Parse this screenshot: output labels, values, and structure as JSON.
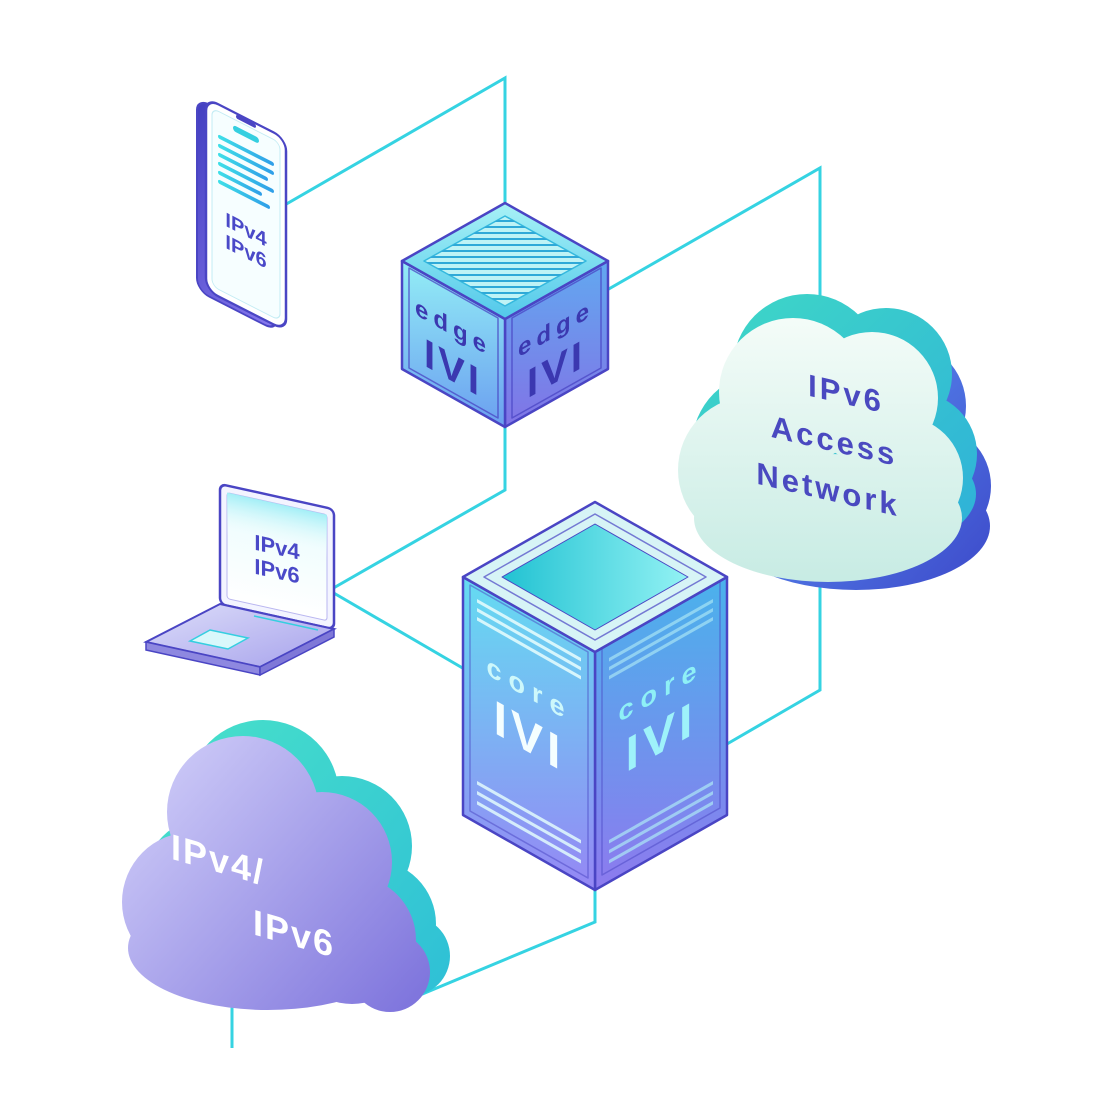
{
  "colors": {
    "background": "#ffffff",
    "connector_cyan": "#35d3e2",
    "outline_indigo": "#4a45c4",
    "edge_text_indigo": "#3b38b0",
    "access_cloud_fill": "#eef9f4",
    "access_cloud_text": "#4a49c0",
    "dual_stack_cloud_fill": "#9c93e8",
    "dual_stack_cloud_text": "#ffffff"
  },
  "phone": {
    "line1": "IPv4",
    "line2": "IPv6"
  },
  "laptop": {
    "line1": "IPv4",
    "line2": "IPv6"
  },
  "edge_router": {
    "left": {
      "label": "edge",
      "logo": "IVI"
    },
    "right": {
      "label": "edge",
      "logo": "IVI"
    }
  },
  "core_router": {
    "left": {
      "label": "core",
      "logo": "IVI"
    },
    "right": {
      "label": "core",
      "logo": "IVI"
    }
  },
  "access_cloud": {
    "line1": "IPv6",
    "line2": "Access",
    "line3": "Network"
  },
  "dual_stack_cloud": {
    "line1": "IPv4/",
    "line2": "IPv6"
  }
}
